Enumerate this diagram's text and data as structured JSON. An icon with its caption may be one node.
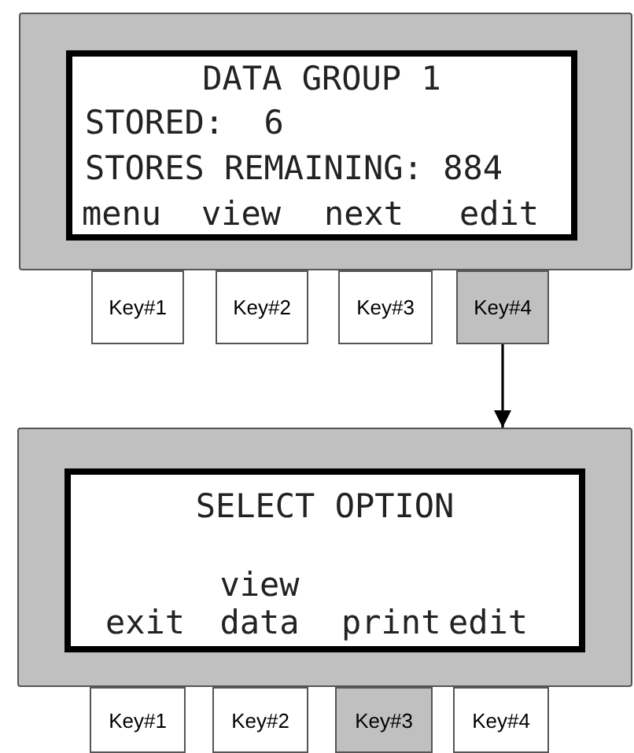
{
  "diagram": {
    "nodes": [
      {
        "text": [],
        "shape": "box"
      },
      {
        "text": [
          "DATA GROUP 1",
          "STORED:  6",
          "STORES REMAINING: 884",
          "menu",
          "view",
          "next",
          "edit"
        ],
        "in": 0
      },
      {
        "text": [
          "Key#1"
        ]
      },
      {
        "text": [
          "Key#2"
        ]
      },
      {
        "text": [
          "Key#3"
        ]
      },
      {
        "text": [
          "Key#4"
        ]
      },
      {
        "text": [],
        "shape": "box"
      },
      {
        "text": [
          "SELECT OPTION",
          "exit",
          "view data",
          "print",
          "edit"
        ],
        "in": 6
      },
      {
        "text": [
          "Key#1"
        ]
      },
      {
        "text": [
          "Key#2"
        ]
      },
      {
        "text": [
          "Key#3"
        ]
      },
      {
        "text": [
          "Key#4"
        ]
      }
    ],
    "edges": [
      {
        "from": 5,
        "to": 6,
        "arrow": "to"
      }
    ]
  }
}
